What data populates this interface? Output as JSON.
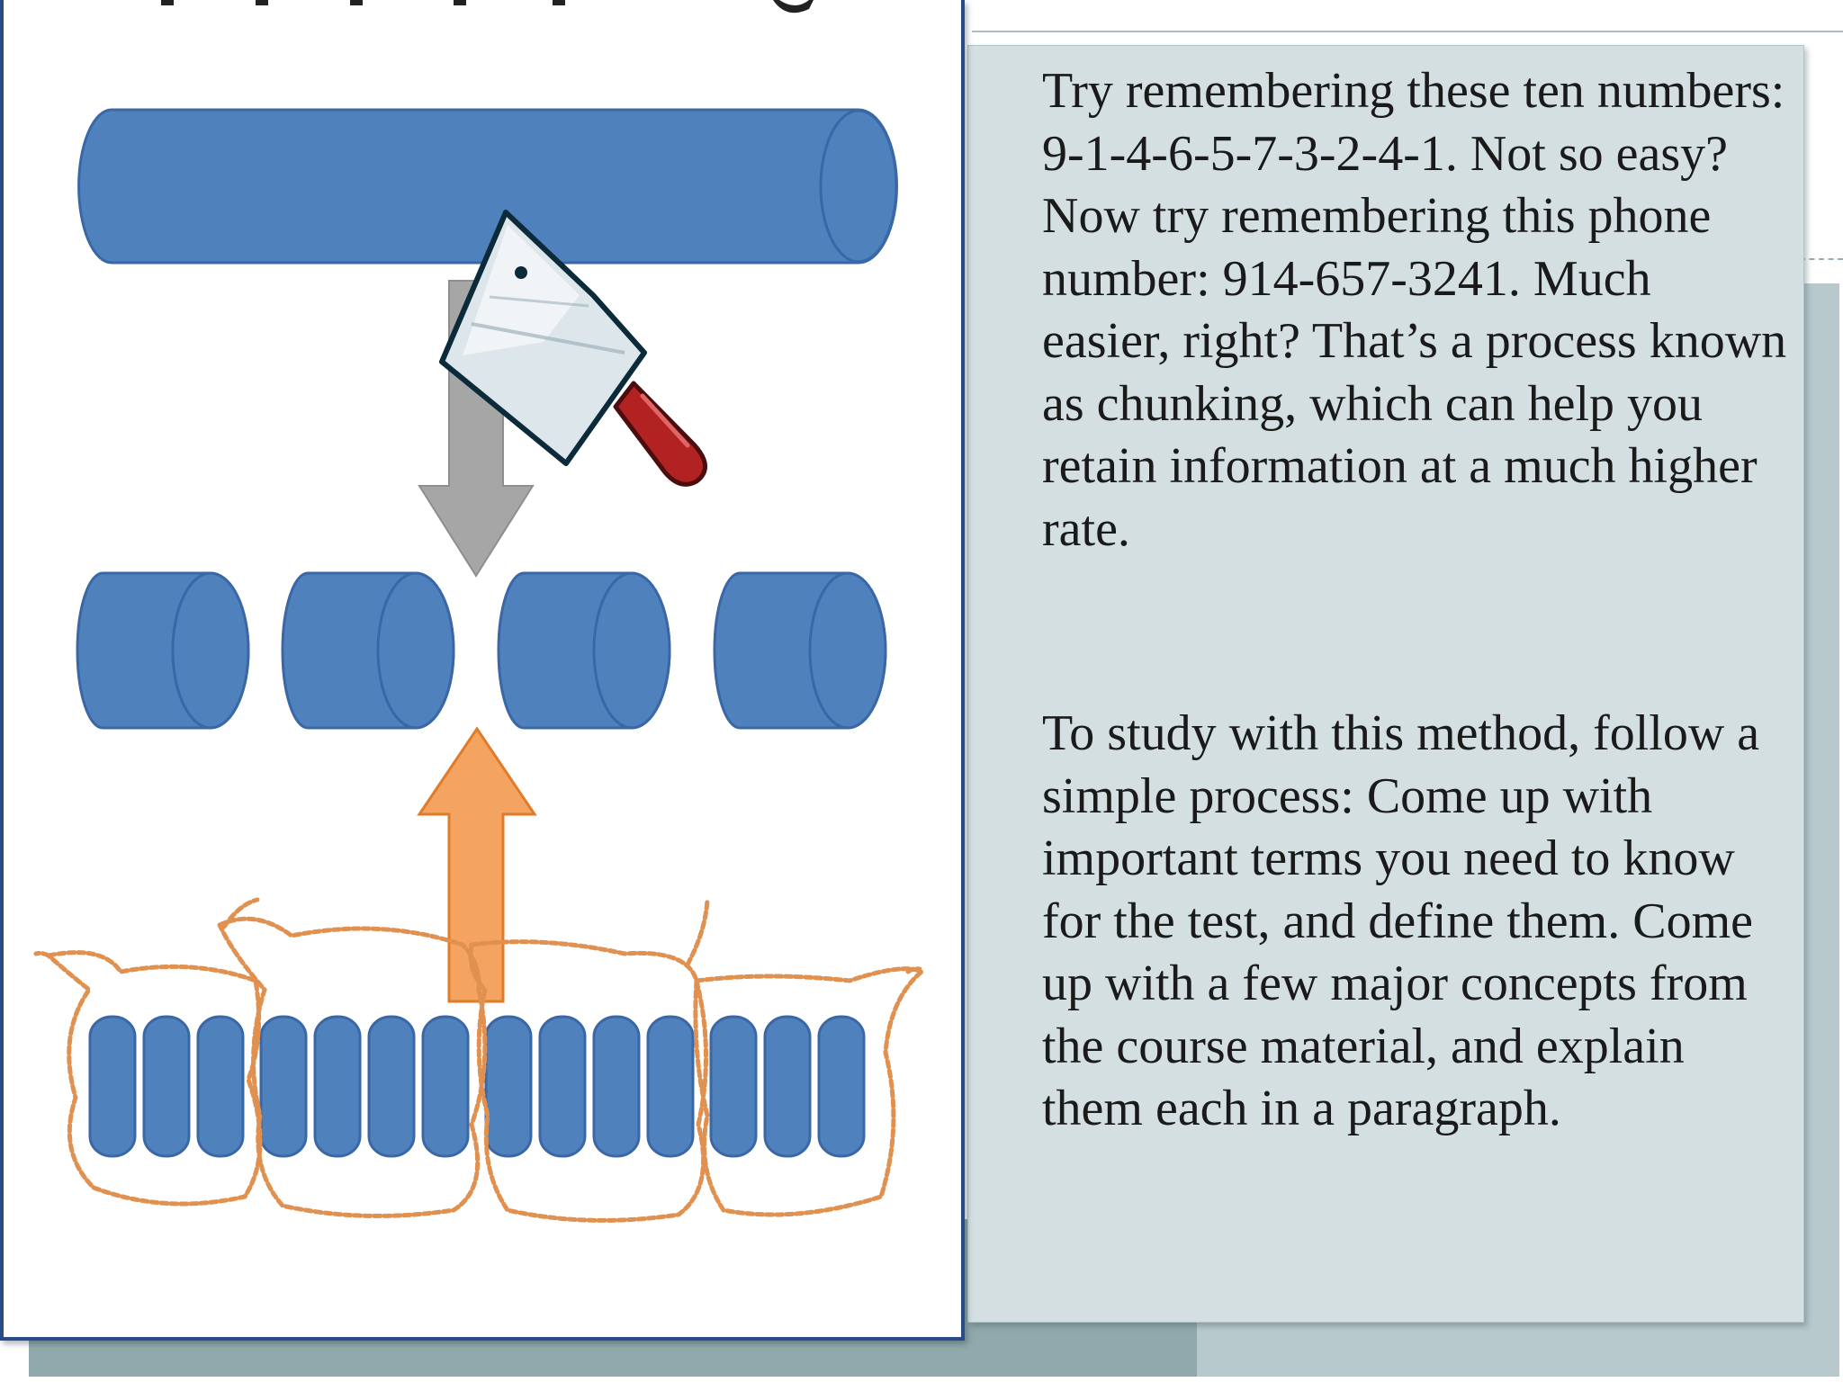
{
  "slide": {
    "paragraph_1": "Try remembering these ten numbers: 9-1-4-6-5-7-3-2-4-1. Not so easy? Now try remembering this phone number: 914-657-3241. Much easier, right? That’s a process known as chunking, which can help you retain information at a much higher rate.",
    "paragraph_2": "To study with this method, follow a simple process: Come up with important terms you need to know for the test, and define them. Come up with a few major concepts from the course material, and explain them each in a paragraph."
  },
  "illustration": {
    "long_cylinder_color": "#4f81bd",
    "cylinder_edge_color": "#3a67a5",
    "down_arrow_color": "#a6a6a6",
    "up_arrow_color": "#f4a460",
    "rope_color": "#e0914f",
    "knife_handle_color": "#b22222",
    "middle_chunk_count": 4,
    "small_disc_count": 14,
    "rope_bundle_count": 4
  },
  "colors": {
    "card_background": "#d3dfe0",
    "shadow_band": "#8fa9ac",
    "frame_border": "#2a4b8a",
    "text": "#1a1a1a"
  }
}
